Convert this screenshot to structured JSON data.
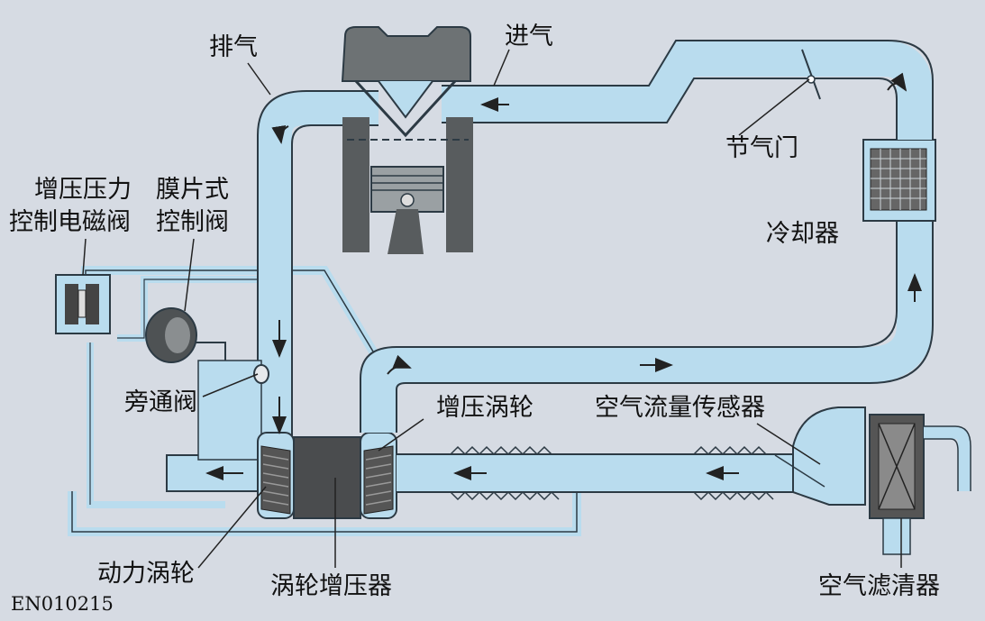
{
  "colors": {
    "background": "#d6dbe3",
    "airflow_pipe": "#b9dcee",
    "pipe_outline": "#2c3a44",
    "engine_metal": "#5f6466",
    "turbo_body": "#4a4c4e"
  },
  "labels": {
    "exhaust": "排气",
    "intake": "进气",
    "throttle": "节气门",
    "intercooler": "冷却器",
    "boost_solenoid_line1": "增压压力",
    "boost_solenoid_line2": "控制电磁阀",
    "diaphragm_line1": "膜片式",
    "diaphragm_line2": "控制阀",
    "bypass_valve": "旁通阀",
    "compressor_wheel": "增压涡轮",
    "airflow_sensor": "空气流量传感器",
    "turbine_wheel": "动力涡轮",
    "turbocharger": "涡轮增压器",
    "air_filter": "空气滤清器"
  },
  "figure_code": "EN010215"
}
